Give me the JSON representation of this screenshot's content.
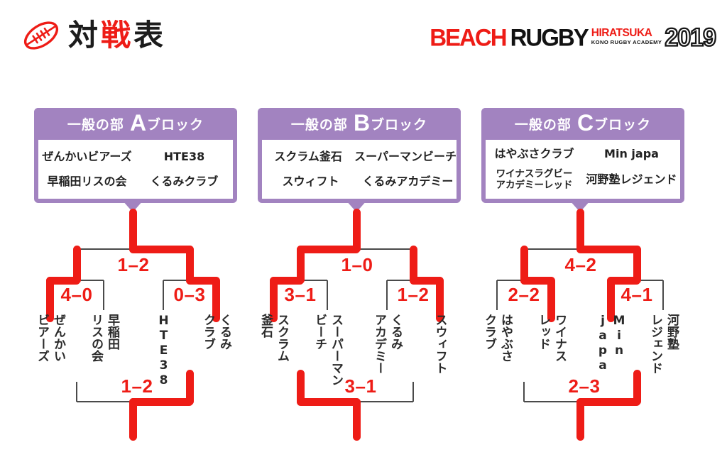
{
  "colors": {
    "purple": "#a283c0",
    "red": "#ee1c16",
    "line": "#4a4a4a"
  },
  "title": {
    "char1": "対",
    "char2": "戦",
    "char3": "表",
    "icon": "rugby-ball-icon"
  },
  "logo": {
    "beach": "BEACH",
    "rugby": "RUGBY",
    "hiratsuka": "HIRATSUKA",
    "academy": "KONO RUGBY ACADEMY",
    "year": "2019"
  },
  "blocks": [
    {
      "id": "a",
      "header": {
        "prefix": "一般の部",
        "letter": "A",
        "suffix": "ブロック"
      },
      "box_teams": [
        [
          {
            "lines": [
              "ぜんかいビアーズ"
            ]
          },
          {
            "lines": [
              "HTE38"
            ]
          }
        ],
        [
          {
            "lines": [
              "早稲田リスの会"
            ]
          },
          {
            "lines": [
              "くるみクラブ"
            ]
          }
        ]
      ],
      "bracket": {
        "teams": [
          {
            "lines": [
              "ぜんかい",
              "ビアーズ"
            ],
            "upright": false
          },
          {
            "lines": [
              "早稲田",
              "リスの会"
            ],
            "upright": false
          },
          {
            "lines": [
              "HTE38"
            ],
            "upright": true
          },
          {
            "lines": [
              "くるみ",
              "クラブ"
            ],
            "upright": false
          }
        ],
        "sf_left": {
          "score": "4–0",
          "winner": "left"
        },
        "sf_right": {
          "score": "0–3",
          "winner": "right"
        },
        "final": {
          "score": "1–2",
          "winner": "right"
        },
        "third_place": {
          "score": "1–2",
          "winner": "right"
        }
      }
    },
    {
      "id": "b",
      "header": {
        "prefix": "一般の部",
        "letter": "B",
        "suffix": "ブロック"
      },
      "box_teams": [
        [
          {
            "lines": [
              "スクラム釜石"
            ]
          },
          {
            "lines": [
              "スーパーマンビーチ"
            ]
          }
        ],
        [
          {
            "lines": [
              "スウィフト"
            ]
          },
          {
            "lines": [
              "くるみアカデミー"
            ]
          }
        ]
      ],
      "bracket": {
        "teams": [
          {
            "lines": [
              "スクラム",
              "釜石"
            ],
            "upright": false
          },
          {
            "lines": [
              "スーパーマン",
              "ビーチ"
            ],
            "upright": false
          },
          {
            "lines": [
              "くるみ",
              "アカデミー"
            ],
            "upright": false
          },
          {
            "lines": [
              "スウィフト"
            ],
            "upright": false
          }
        ],
        "sf_left": {
          "score": "3–1",
          "winner": "left"
        },
        "sf_right": {
          "score": "1–2",
          "winner": "right"
        },
        "final": {
          "score": "1–0",
          "winner": "left"
        },
        "third_place": {
          "score": "3–1",
          "winner": "left"
        }
      }
    },
    {
      "id": "c",
      "header": {
        "prefix": "一般の部",
        "letter": "C",
        "suffix": "ブロック"
      },
      "box_teams": [
        [
          {
            "lines": [
              "はやぶさクラブ"
            ]
          },
          {
            "lines": [
              "Min japa"
            ]
          }
        ],
        [
          {
            "lines": [
              "ワイナスラグビー",
              "アカデミーレッド"
            ]
          },
          {
            "lines": [
              "河野塾レジェンド"
            ]
          }
        ]
      ],
      "bracket": {
        "teams": [
          {
            "lines": [
              "はやぶさ",
              "クラブ"
            ],
            "upright": false
          },
          {
            "lines": [
              "ワイナス",
              "レッド"
            ],
            "upright": false
          },
          {
            "lines": [
              "Min",
              "japa"
            ],
            "upright": true
          },
          {
            "lines": [
              "河野塾",
              "レジェンド"
            ],
            "upright": false
          }
        ],
        "sf_left": {
          "score": "2–2",
          "winner": "right"
        },
        "sf_right": {
          "score": "4–1",
          "winner": "left"
        },
        "final": {
          "score": "4–2",
          "winner": "right"
        },
        "third_place": {
          "score": "2–3",
          "winner": "right"
        }
      }
    }
  ]
}
